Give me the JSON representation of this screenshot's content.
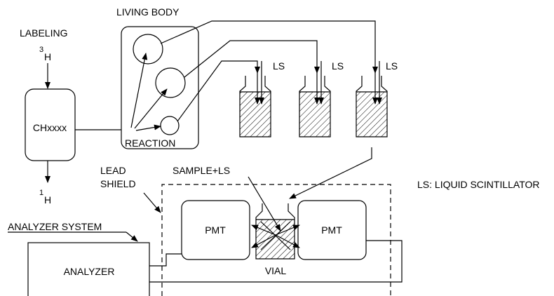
{
  "labels": {
    "living_body": "LIVING BODY",
    "labeling": "LABELING",
    "tritium_mass": "3",
    "tritium_symbol": "H",
    "compound": "CHxxxx",
    "reaction": "REACTION",
    "protium_mass": "1",
    "protium_symbol": "H",
    "lead_shield_line1": "LEAD",
    "lead_shield_line2": "SHIELD",
    "sample_ls": "SAMPLE+LS",
    "ls_legend": "LS: LIQUID SCINTILLATOR",
    "analyzer_system": "ANALYZER SYSTEM",
    "analyzer": "ANALYZER",
    "pmt_left": "PMT",
    "pmt_right": "PMT",
    "vial": "VIAL",
    "ls_1": "LS",
    "ls_2": "LS",
    "ls_3": "LS"
  }
}
